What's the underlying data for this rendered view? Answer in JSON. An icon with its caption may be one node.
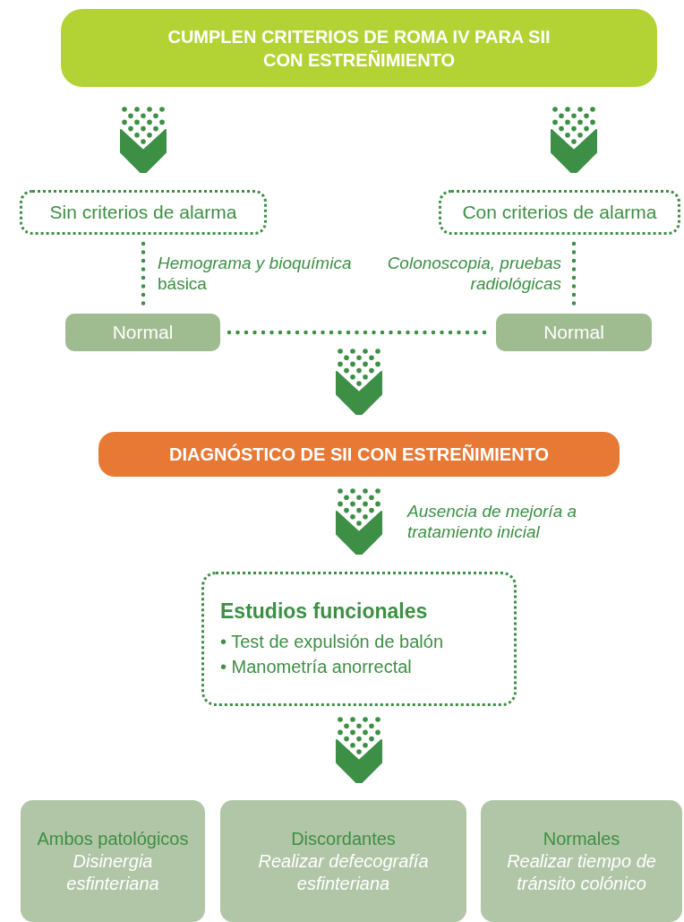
{
  "diagram": {
    "nodes": [
      {
        "text": [
          "CUMPLEN CRITERIOS DE ROMA IV PARA SII CON ESTREÑIMIENTO"
        ]
      },
      {
        "text": [
          "Sin criterios de alarma"
        ]
      },
      {
        "text": [
          "Con criterios de alarma"
        ]
      },
      {
        "text": [
          "Normal"
        ]
      },
      {
        "text": [
          "Normal"
        ]
      },
      {
        "text": [
          "DIAGNÓSTICO DE SII CON ESTREÑIMIENTO"
        ]
      },
      {
        "text": [
          "Estudios funcionales",
          "• Test de expulsión de balón",
          "• Manometría anorrectal"
        ]
      },
      {
        "text": [
          "Ambos patológicos",
          "Disinergia esfinteriana"
        ]
      },
      {
        "text": [
          "Discordantes",
          "Realizar defecografía esfinteriana"
        ]
      },
      {
        "text": [
          "Normales",
          "Realizar tiempo de tránsito colónico"
        ]
      }
    ],
    "edges": [
      {
        "from": 0,
        "to": 1,
        "arrow": "to"
      },
      {
        "from": 0,
        "to": 2,
        "arrow": "to"
      },
      {
        "from": 1,
        "to": 3,
        "arrow": "none",
        "style": "dashed",
        "label": "*Hemograma y bioquímica* básica"
      },
      {
        "from": 2,
        "to": 4,
        "arrow": "none",
        "style": "dashed",
        "label": "Colonoscopia, pruebas radiológicas"
      },
      {
        "from": 3,
        "to": 4,
        "arrow": "none",
        "style": "dashed"
      },
      {
        "from": null,
        "to": 5,
        "arrow": "to"
      },
      {
        "from": 5,
        "to": 6,
        "arrow": "to",
        "label": "Ausencia de mejoría a tratamiento inicial"
      },
      {
        "from": 6,
        "to": 8,
        "arrow": "to"
      }
    ]
  }
}
